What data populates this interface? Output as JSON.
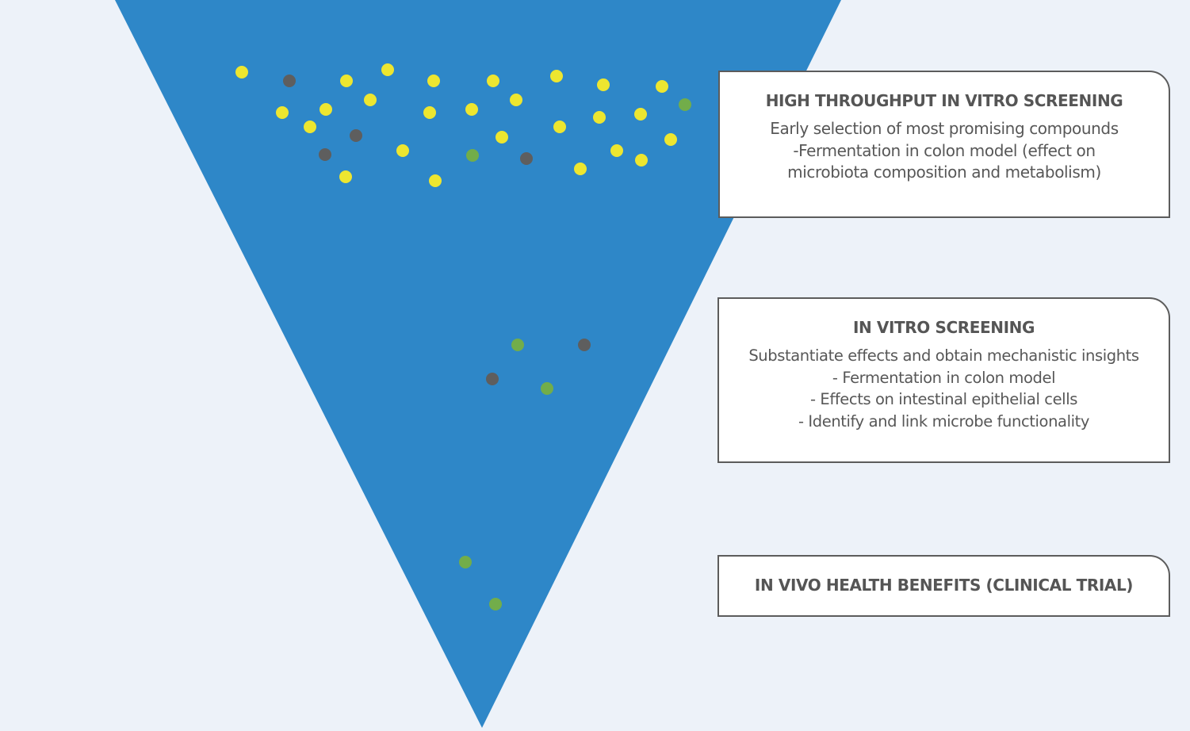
{
  "colors": {
    "background": "#edf2f9",
    "funnel": "#2e87c8",
    "dot_yellow": "#ede630",
    "dot_gray": "#5e5e5e",
    "dot_green": "#72ad4a",
    "box_border": "#5c5c5c",
    "text": "#575757"
  },
  "funnel": {
    "shape": "inverted-triangle",
    "dots": [
      {
        "color": "yellow"
      },
      {
        "color": "gray"
      },
      {
        "color": "yellow"
      },
      {
        "color": "yellow"
      },
      {
        "color": "yellow"
      },
      {
        "color": "yellow"
      },
      {
        "color": "yellow"
      },
      {
        "color": "yellow"
      },
      {
        "color": "yellow"
      },
      {
        "color": "yellow"
      },
      {
        "color": "yellow"
      },
      {
        "color": "yellow"
      },
      {
        "color": "yellow"
      },
      {
        "color": "yellow"
      },
      {
        "color": "yellow"
      },
      {
        "color": "yellow"
      },
      {
        "color": "yellow"
      },
      {
        "color": "green"
      },
      {
        "color": "yellow"
      },
      {
        "color": "gray"
      },
      {
        "color": "yellow"
      },
      {
        "color": "yellow"
      },
      {
        "color": "yellow"
      },
      {
        "color": "gray"
      },
      {
        "color": "yellow"
      },
      {
        "color": "green"
      },
      {
        "color": "gray"
      },
      {
        "color": "yellow"
      },
      {
        "color": "yellow"
      },
      {
        "color": "yellow"
      },
      {
        "color": "yellow"
      },
      {
        "color": "yellow"
      },
      {
        "color": "green"
      },
      {
        "color": "gray"
      },
      {
        "color": "gray"
      },
      {
        "color": "green"
      },
      {
        "color": "green"
      },
      {
        "color": "green"
      }
    ]
  },
  "stages": [
    {
      "title": "HIGH THROUGHPUT IN VITRO SCREENING",
      "lines": [
        "Early selection of most promising compounds",
        "-Fermentation in colon model (effect on",
        "microbiota composition and metabolism)"
      ]
    },
    {
      "title": "IN VITRO SCREENING",
      "lines": [
        "Substantiate effects and obtain mechanistic insights",
        "- Fermentation in colon model",
        "- Effects on intestinal epithelial cells",
        "- Identify and link microbe functionality"
      ]
    },
    {
      "title": "IN VIVO HEALTH BENEFITS (CLINICAL TRIAL)",
      "lines": []
    }
  ]
}
